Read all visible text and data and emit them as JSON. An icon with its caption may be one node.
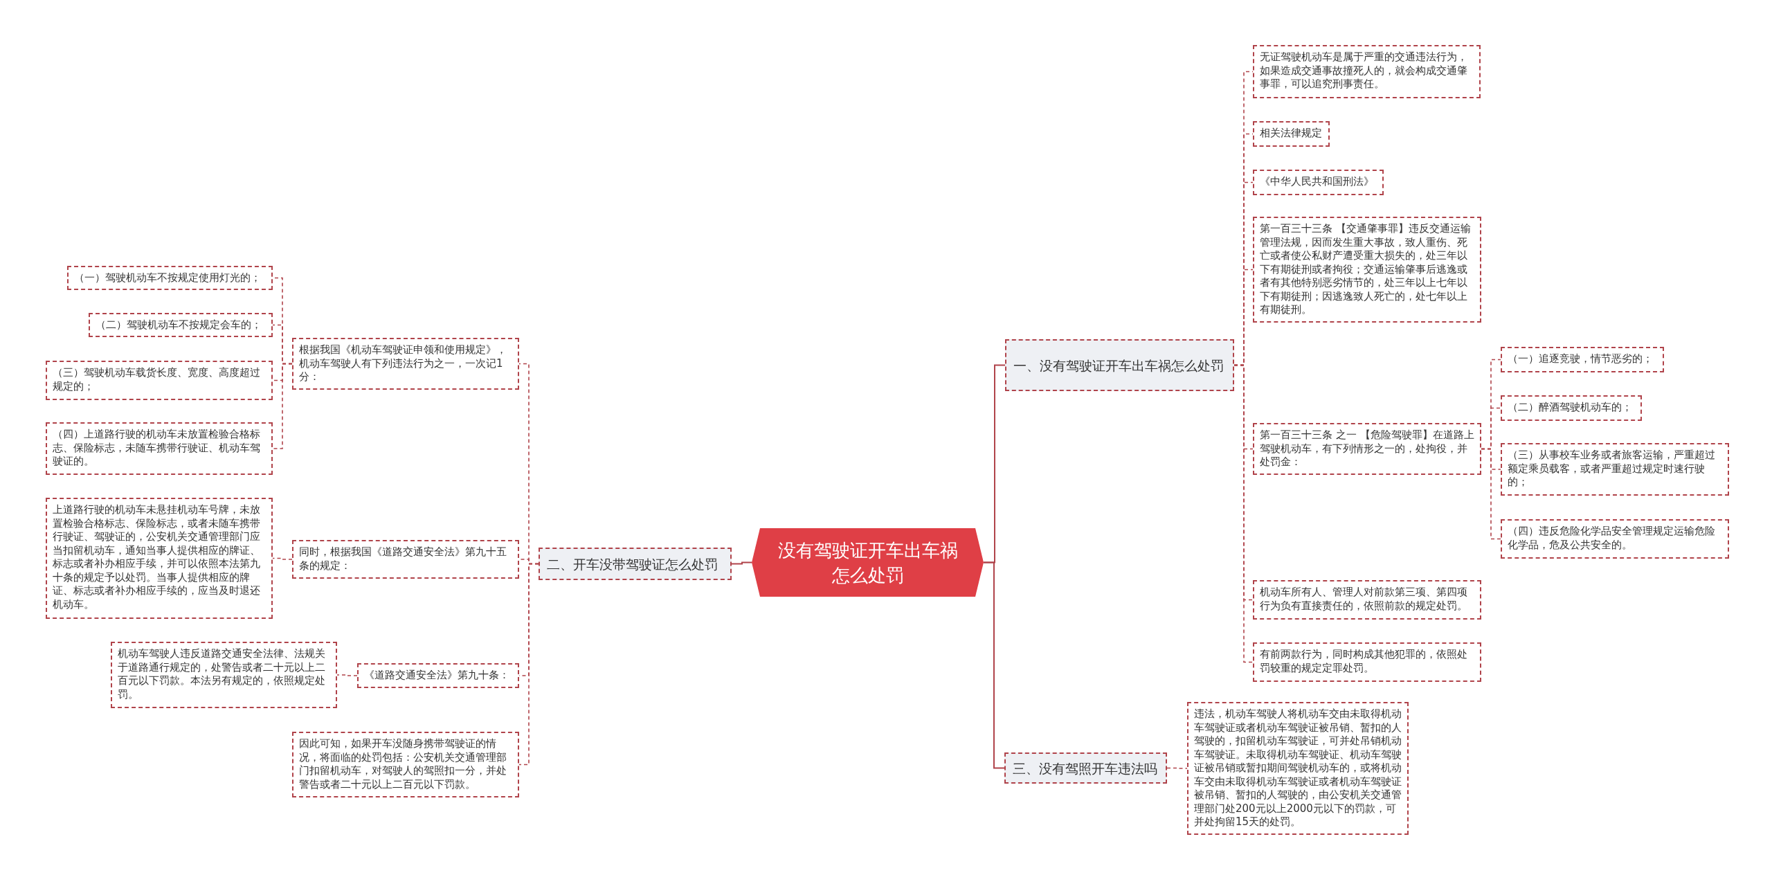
{
  "diagram": {
    "nodes": [
      {
        "text": [
          "没有驾驶证开车出车祸怎么处罚"
        ]
      },
      {
        "text": [
          "一、没有驾驶证开车出车祸怎么处罚"
        ]
      },
      {
        "text": [
          "无证驾驶机动车是属于严重的交通违法行为，如果造成交通事故撞死人的，就会构成交通肇事罪，可以追究刑事责任。"
        ]
      },
      {
        "text": [
          "相关法律规定"
        ]
      },
      {
        "text": [
          "《中华人民共和国刑法》"
        ]
      },
      {
        "text": [
          "第一百三十三条 【交通肇事罪】违反交通运输管理法规，因而发生重大事故，致人重伤、死亡或者使公私财产遭受重大损失的，处三年以下有期徒刑或者拘役；交通运输肇事后逃逸或者有其他特别恶劣情节的，处三年以上七年以下有期徒刑；因逃逸致人死亡的，处七年以上有期徒刑。"
        ]
      },
      {
        "text": [
          "第一百三十三条 之一 【危险驾驶罪】在道路上驾驶机动车，有下列情形之一的，处拘役，并处罚金："
        ]
      },
      {
        "text": [
          "（一）追逐竞驶，情节恶劣的；"
        ]
      },
      {
        "text": [
          "（二）醉酒驾驶机动车的；"
        ]
      },
      {
        "text": [
          "（三）从事校车业务或者旅客运输，严重超过额定乘员载客，或者严重超过规定时速行驶的；"
        ]
      },
      {
        "text": [
          "（四）违反危险化学品安全管理规定运输危险化学品，危及公共安全的。"
        ]
      },
      {
        "text": [
          "机动车所有人、管理人对前款第三项、第四项行为负有直接责任的，依照前款的规定处罚。"
        ]
      },
      {
        "text": [
          "有前两款行为，同时构成其他犯罪的，依照处罚较重的规定定罪处罚。"
        ]
      },
      {
        "text": [
          "三、没有驾照开车违法吗"
        ]
      },
      {
        "text": [
          "违法，机动车驾驶人将机动车交由未取得机动车驾驶证或者机动车驾驶证被吊销、暂扣的人驾驶的，扣留机动车驾驶证，可并处吊销机动车驾驶证。未取得机动车驾驶证、机动车驾驶证被吊销或暂扣期间驾驶机动车的，或将机动车交由未取得机动车驾驶证或者机动车驾驶证被吊销、暂扣的人驾驶的，由公安机关交通管理部门处200元以上2000元以下的罚款，可并处拘留15天的处罚。"
        ]
      },
      {
        "text": [
          "二、开车没带驾驶证怎么处罚"
        ]
      },
      {
        "text": [
          "根据我国《机动车驾驶证申领和使用规定》，机动车驾驶人有下列违法行为之一，一次记1分："
        ]
      },
      {
        "text": [
          "（一）驾驶机动车不按规定使用灯光的；"
        ]
      },
      {
        "text": [
          "（二）驾驶机动车不按规定会车的；"
        ]
      },
      {
        "text": [
          "（三）驾驶机动车载货长度、宽度、高度超过规定的；"
        ]
      },
      {
        "text": [
          "（四）上道路行驶的机动车未放置检验合格标志、保险标志，未随车携带行驶证、机动车驾驶证的。"
        ]
      },
      {
        "text": [
          "同时，根据我国《道路交通安全法》第九十五条的规定："
        ]
      },
      {
        "text": [
          "上道路行驶的机动车未悬挂机动车号牌，未放置检验合格标志、保险标志，或者未随车携带行驶证、驾驶证的，公安机关交通管理部门应当扣留机动车，通知当事人提供相应的牌证、标志或者补办相应手续，并可以依照本法第九十条的规定予以处罚。当事人提供相应的牌证、标志或者补办相应手续的，应当及时退还机动车。"
        ]
      },
      {
        "text": [
          "《道路交通安全法》第九十条："
        ]
      },
      {
        "text": [
          "机动车驾驶人违反道路交通安全法律、法规关于道路通行规定的，处警告或者二十元以上二百元以下罚款。本法另有规定的，依照规定处罚。"
        ]
      },
      {
        "text": [
          "因此可知，如果开车没随身携带驾驶证的情况，将面临的处罚包括：公安机关交通管理部门扣留机动车，对驾驶人的驾照扣一分，并处警告或者二十元以上二百元以下罚款。"
        ]
      }
    ],
    "edges": [
      {
        "from": 0,
        "to": 1,
        "arrow": "none"
      },
      {
        "from": 0,
        "to": 13,
        "arrow": "none"
      },
      {
        "from": 0,
        "to": 15,
        "arrow": "none"
      },
      {
        "from": 1,
        "to": 2,
        "arrow": "none",
        "style": "dashed"
      },
      {
        "from": 1,
        "to": 3,
        "arrow": "none",
        "style": "dashed"
      },
      {
        "from": 1,
        "to": 4,
        "arrow": "none",
        "style": "dashed"
      },
      {
        "from": 1,
        "to": 5,
        "arrow": "none",
        "style": "dashed"
      },
      {
        "from": 1,
        "to": 6,
        "arrow": "none",
        "style": "dashed"
      },
      {
        "from": 1,
        "to": 11,
        "arrow": "none",
        "style": "dashed"
      },
      {
        "from": 1,
        "to": 12,
        "arrow": "none",
        "style": "dashed"
      },
      {
        "from": 6,
        "to": 7,
        "arrow": "none",
        "style": "dashed"
      },
      {
        "from": 6,
        "to": 8,
        "arrow": "none",
        "style": "dashed"
      },
      {
        "from": 6,
        "to": 9,
        "arrow": "none",
        "style": "dashed"
      },
      {
        "from": 6,
        "to": 10,
        "arrow": "none",
        "style": "dashed"
      },
      {
        "from": 13,
        "to": 14,
        "arrow": "none",
        "style": "dashed"
      },
      {
        "from": 15,
        "to": 16,
        "arrow": "none",
        "style": "dashed"
      },
      {
        "from": 15,
        "to": 21,
        "arrow": "none",
        "style": "dashed"
      },
      {
        "from": 15,
        "to": 23,
        "arrow": "none",
        "style": "dashed"
      },
      {
        "from": 15,
        "to": 25,
        "arrow": "none",
        "style": "dashed"
      },
      {
        "from": 16,
        "to": 17,
        "arrow": "none",
        "style": "dashed"
      },
      {
        "from": 16,
        "to": 18,
        "arrow": "none",
        "style": "dashed"
      },
      {
        "from": 16,
        "to": 19,
        "arrow": "none",
        "style": "dashed"
      },
      {
        "from": 16,
        "to": 20,
        "arrow": "none",
        "style": "dashed"
      },
      {
        "from": 21,
        "to": 22,
        "arrow": "none",
        "style": "dashed"
      },
      {
        "from": 23,
        "to": 24,
        "arrow": "none",
        "style": "dashed"
      }
    ]
  }
}
